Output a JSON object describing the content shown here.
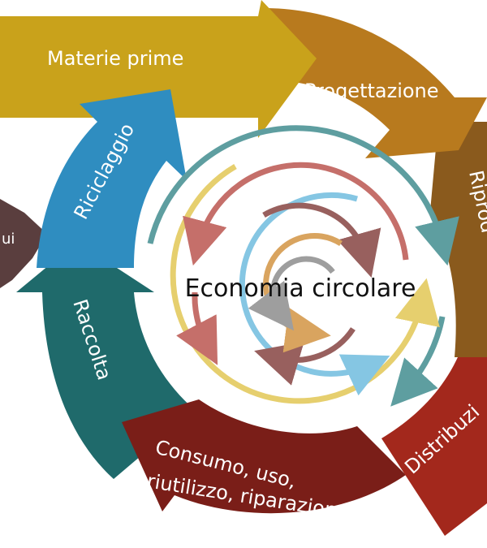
{
  "diagram": {
    "center_title": "Economia circolare",
    "stages": [
      {
        "id": "materie-prime",
        "label": "Materie prime",
        "color": "#C9A21B"
      },
      {
        "id": "progettazione",
        "label": "Progettazione",
        "color": "#B87A1E"
      },
      {
        "id": "riproduzione",
        "label": "Riprod",
        "color": "#8A5A1D"
      },
      {
        "id": "distribuzione",
        "label": "Distribuzi",
        "color": "#A3281C"
      },
      {
        "id": "consumo",
        "label_line1": "Consumo, uso,",
        "label_line2": "riutilizzo, riparazione",
        "color": "#7A1E18"
      },
      {
        "id": "raccolta",
        "label": "Raccolta",
        "color": "#1F6A6B"
      },
      {
        "id": "riciclaggio",
        "label": "Riciclaggio",
        "color": "#2F8DC0"
      },
      {
        "id": "rifiuti",
        "label": "ui",
        "color": "#5A3E3E"
      }
    ],
    "ring_colors": [
      "#5E9EA0",
      "#E6CF6E",
      "#C56F6A",
      "#85C6E3",
      "#98605E",
      "#D9A45F",
      "#9E9E9E"
    ]
  }
}
